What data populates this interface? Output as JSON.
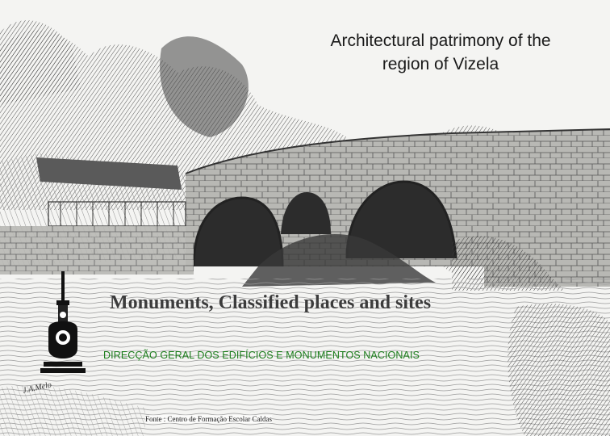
{
  "page": {
    "title_line1": "Architectural patrimony of the",
    "title_line2": "region of Vizela"
  },
  "links": {
    "monuments": "Monuments, Classified places and sites",
    "direccao": "DIRECÇÃO GERAL DOS EDIFÍCIOS E MONUMENTOS NACIONAIS"
  },
  "footer": {
    "source": "Fonte : Centro de Formação Escolar Caldas"
  },
  "illustration": {
    "signature": "J.A.Melo"
  },
  "colors": {
    "link_green": "#1b7d1b",
    "ink": "#2a2a2a"
  },
  "icons": {
    "emblem": "monument-emblem-icon"
  }
}
